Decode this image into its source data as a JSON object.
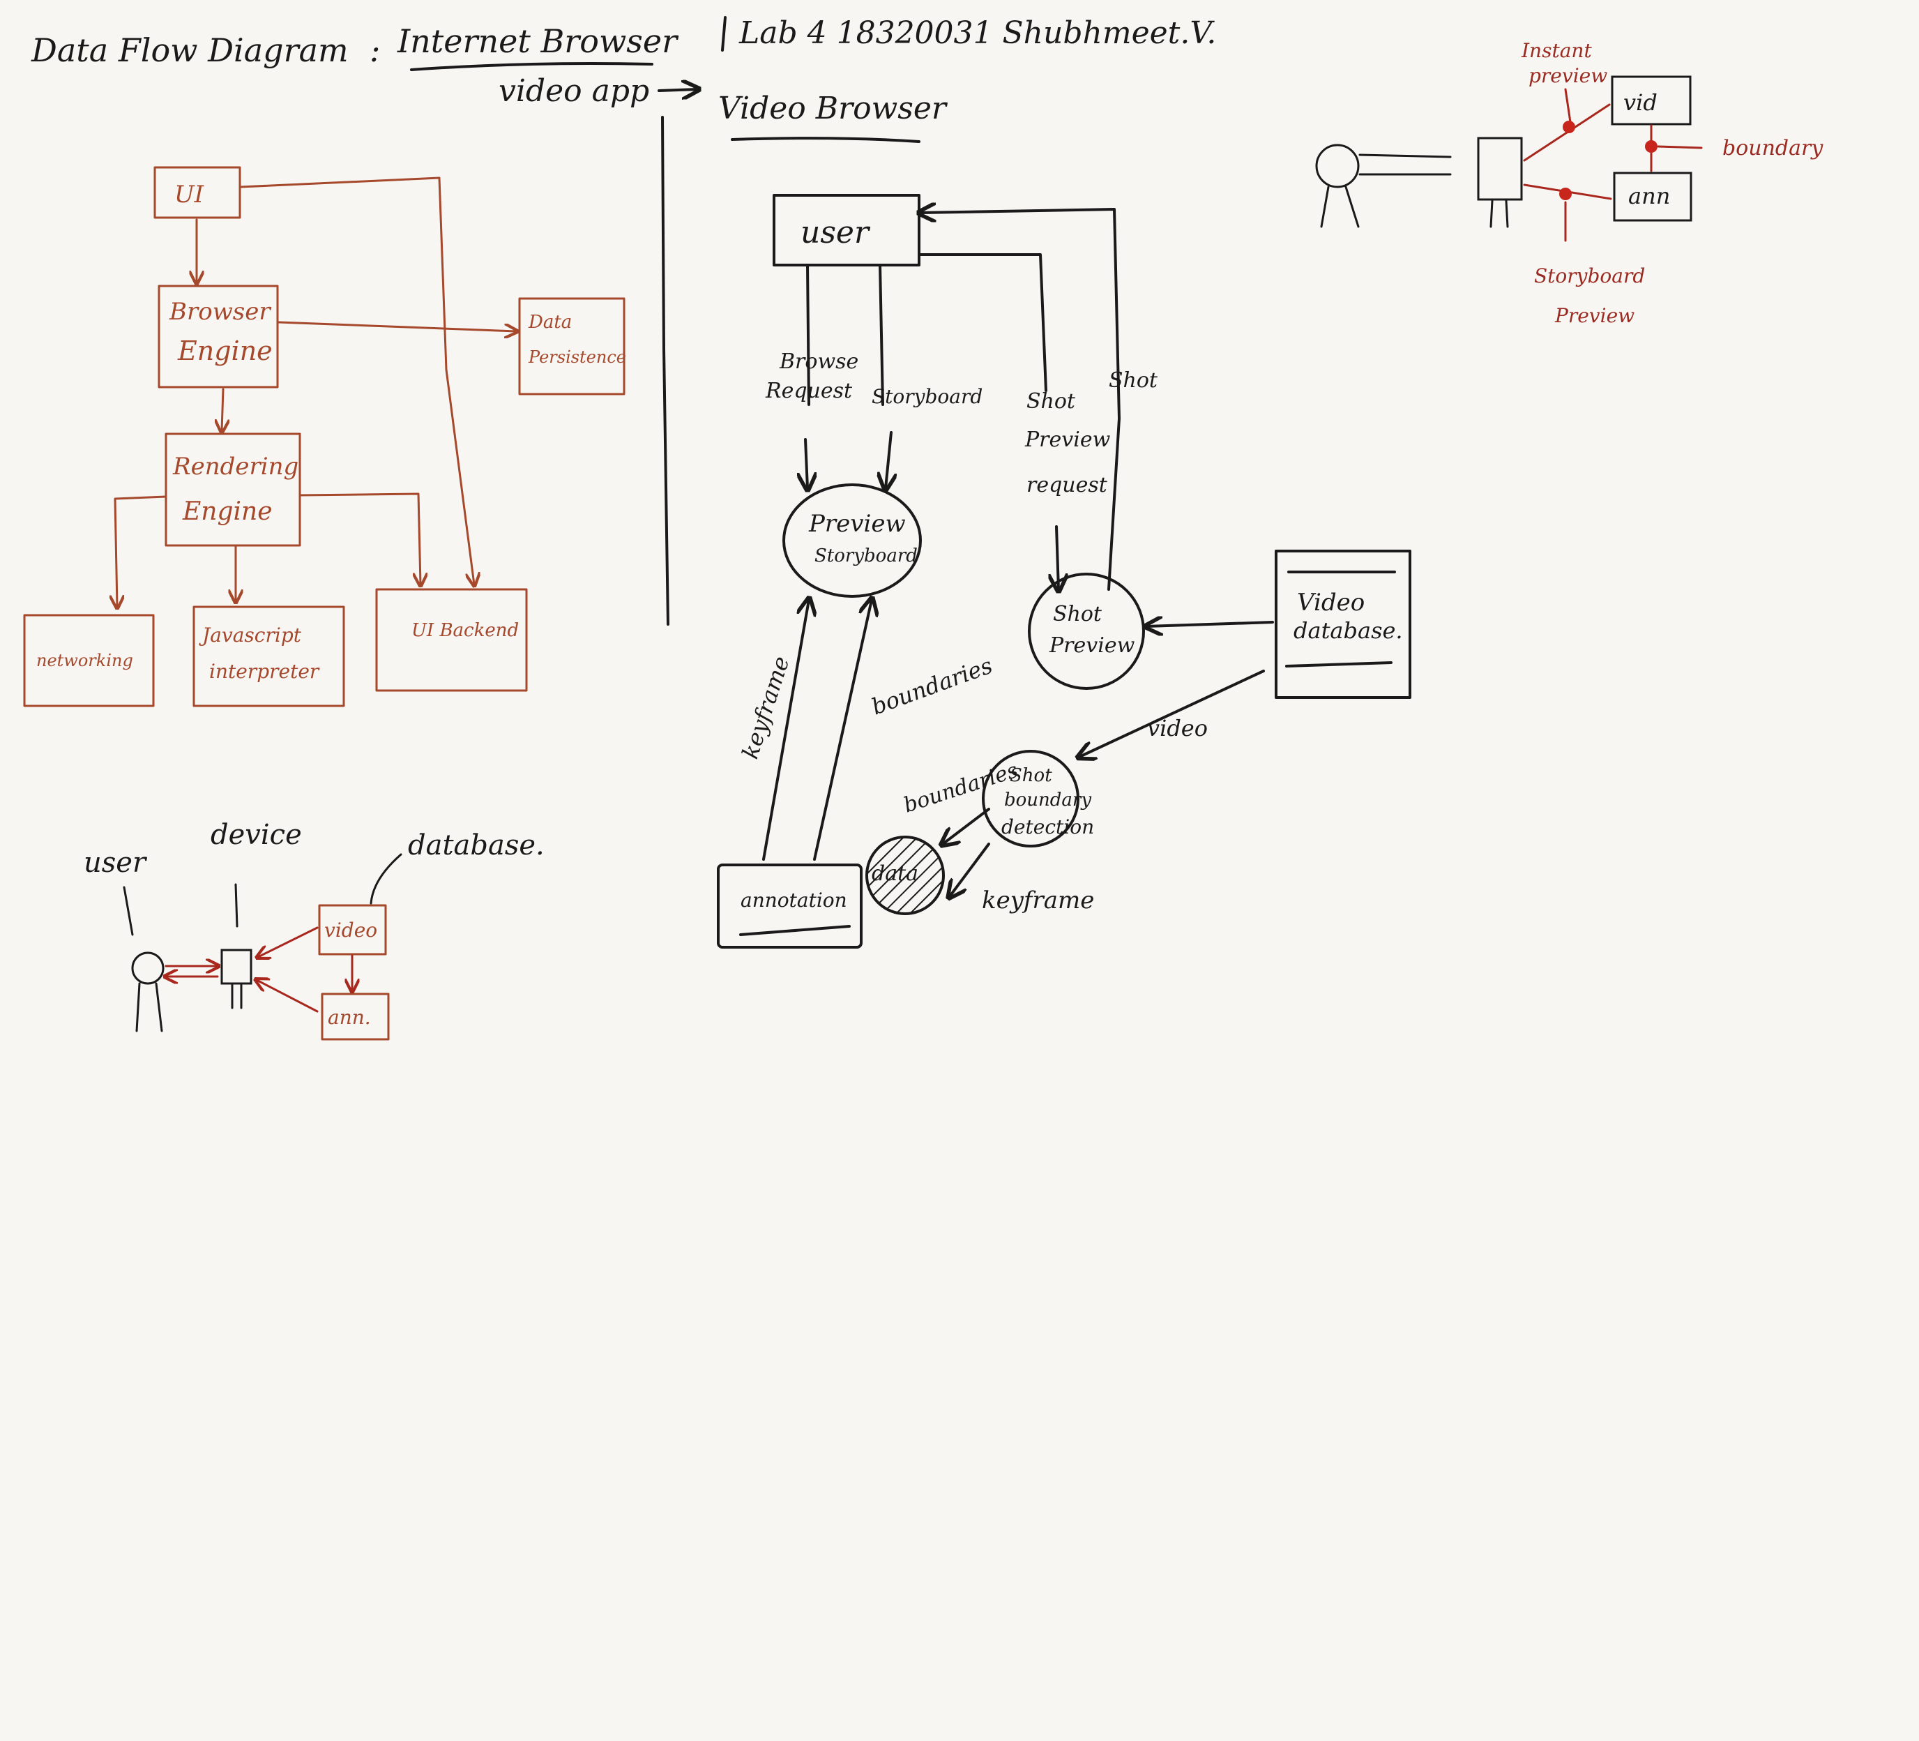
{
  "header": {
    "title": "Data Flow Diagram",
    "separator": ":",
    "subject": "Internet Browser",
    "lab_info": "Lab 4 18320031 Shubhmeet.V.",
    "video_app_note": "video app",
    "video_section_title": "Video Browser"
  },
  "browser_diagram": {
    "ui": "UI",
    "browser_engine": [
      "Browser",
      "Engine"
    ],
    "data_persistence": [
      "Data",
      "Persistence"
    ],
    "rendering_engine": [
      "Rendering",
      "Engine"
    ],
    "networking": "networking",
    "js_interpreter": [
      "Javascript",
      "interpreter"
    ],
    "ui_backend": "UI Backend"
  },
  "video_browser_diagram": {
    "user": "user",
    "browse_request": [
      "Browse",
      "Request"
    ],
    "storyboard": "Storyboard",
    "shot_preview_request": [
      "Shot",
      "Preview",
      "request"
    ],
    "shot": "Shot",
    "preview_storyboard": [
      "Preview",
      "Storyboard"
    ],
    "shot_preview": [
      "Shot",
      "Preview"
    ],
    "video_database": [
      "Video",
      "database."
    ],
    "keyframe_up": "keyframe",
    "boundaries_up": "boundaries",
    "video_flow": "video",
    "shot_boundary_detection": [
      "Shot",
      "boundary",
      "detection"
    ],
    "boundaries_flow": "boundaries",
    "data_store": "data",
    "keyframe_flow": "keyframe",
    "annotation": "annotation"
  },
  "context_diagram": {
    "user": "user",
    "device": "device",
    "database": "database.",
    "video": "video",
    "ann": "ann."
  },
  "preview_sketch": {
    "instant_preview": [
      "Instant",
      "preview"
    ],
    "vid": "vid",
    "ann": "ann",
    "boundary": "boundary",
    "storyboard_preview": [
      "Storyboard",
      "Preview"
    ]
  },
  "colors": {
    "ink": "#1a1a1a",
    "rust": "#a5482c",
    "red": "#a8281e",
    "paper": "#f7f6f2"
  }
}
